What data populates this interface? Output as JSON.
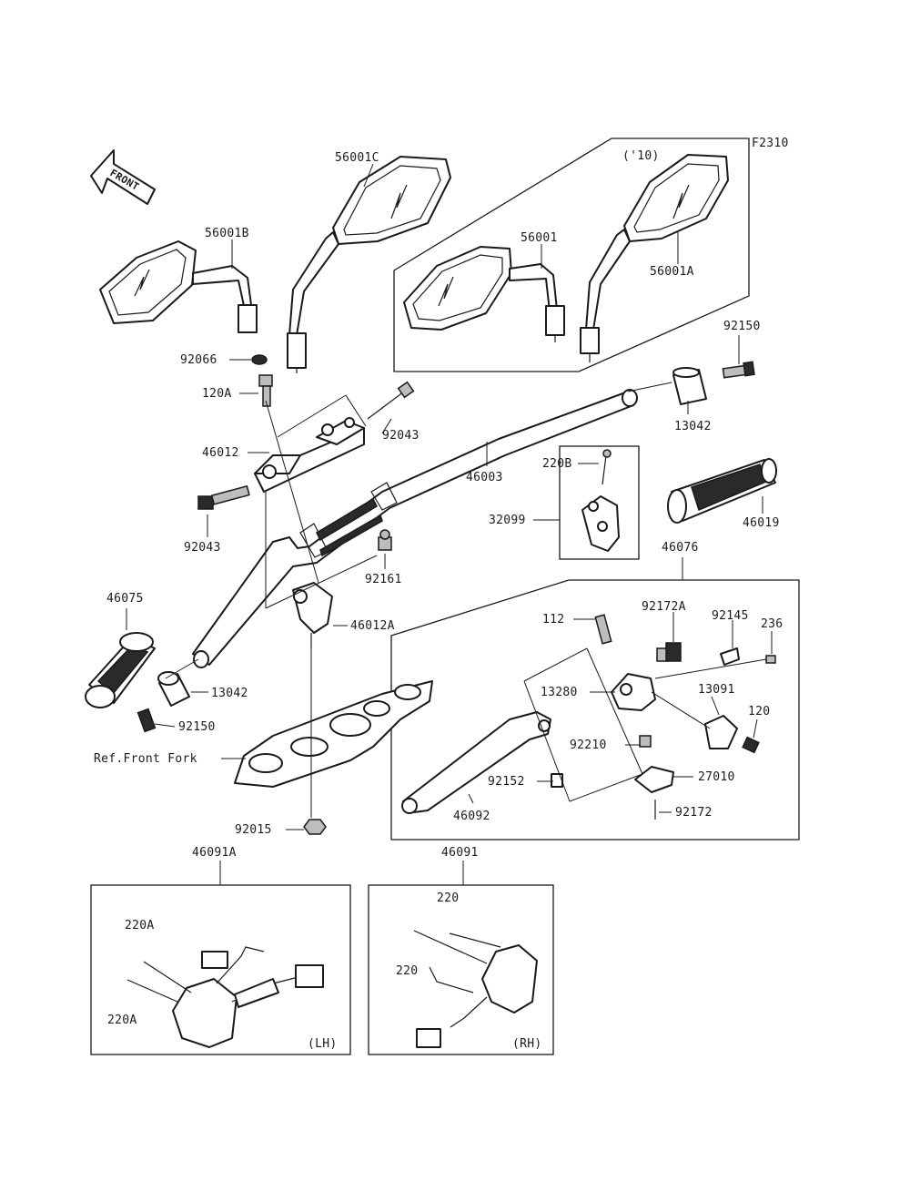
{
  "page": {
    "figure_code": "F2310",
    "front_arrow_label": "FRONT"
  },
  "groups": {
    "year_label": "('10)",
    "lh_label": "(LH)",
    "rh_label": "(RH)"
  },
  "labels": {
    "p56001C": "56001C",
    "p56001B": "56001B",
    "p56001": "56001",
    "p56001A": "56001A",
    "p92150_top": "92150",
    "p92066": "92066",
    "p120A": "120A",
    "p92043_top": "92043",
    "p13042_top": "13042",
    "p46012": "46012",
    "p46003": "46003",
    "p220B": "220B",
    "p92043_left": "92043",
    "p32099": "32099",
    "p46019": "46019",
    "p46076": "46076",
    "p92161": "92161",
    "p46075": "46075",
    "p46012A": "46012A",
    "p112": "112",
    "p92172A": "92172A",
    "p92145": "92145",
    "p236": "236",
    "p13042_bot": "13042",
    "p13280": "13280",
    "p13091": "13091",
    "p92150_bot": "92150",
    "p120": "120",
    "p92210": "92210",
    "ref_front_fork": "Ref.Front Fork",
    "p92152": "92152",
    "p27010": "27010",
    "p46092": "46092",
    "p92172": "92172",
    "p92015": "92015",
    "p46091A": "46091A",
    "p46091": "46091",
    "p220A_1": "220A",
    "p220A_2": "220A",
    "p220_1": "220",
    "p220_2": "220"
  },
  "icons": {
    "front_arrow": "front-arrow-icon"
  }
}
